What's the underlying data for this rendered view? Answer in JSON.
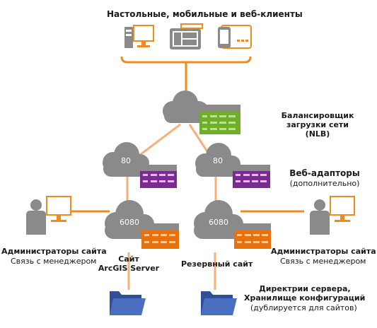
{
  "clients_title": "Настольные, мобильные и веб-клиенты",
  "nlb": {
    "line1": "Балансировщик",
    "line2": "загрузки сети",
    "line3": "(NLB)"
  },
  "web_adaptors": {
    "title": "Веб-адапторы",
    "subtitle": "(дополнительно)"
  },
  "cloud_ports": {
    "adaptor_left": "80",
    "adaptor_right": "80",
    "server_left": "6080",
    "server_right": "6080"
  },
  "admin_left": {
    "title": "Администраторы сайта",
    "subtitle": "Связь с менеджером"
  },
  "admin_right": {
    "title": "Администраторы сайта",
    "subtitle": "Связь с менеджером"
  },
  "site_primary": {
    "line1": "Сайт",
    "line2": "ArcGIS Server"
  },
  "site_backup": "Резервный сайт",
  "storage": {
    "line1": "Директрии сервера,",
    "line2": "Хранилище конфигураций",
    "line3": "(дублируется для сайтов)"
  },
  "colors": {
    "orange": "#f08c1e",
    "green": "#6fae2a",
    "purple": "#7a2a90",
    "server_orange": "#e8700e",
    "cloud": "#8a8a8a",
    "folder": "#3a5fae"
  }
}
